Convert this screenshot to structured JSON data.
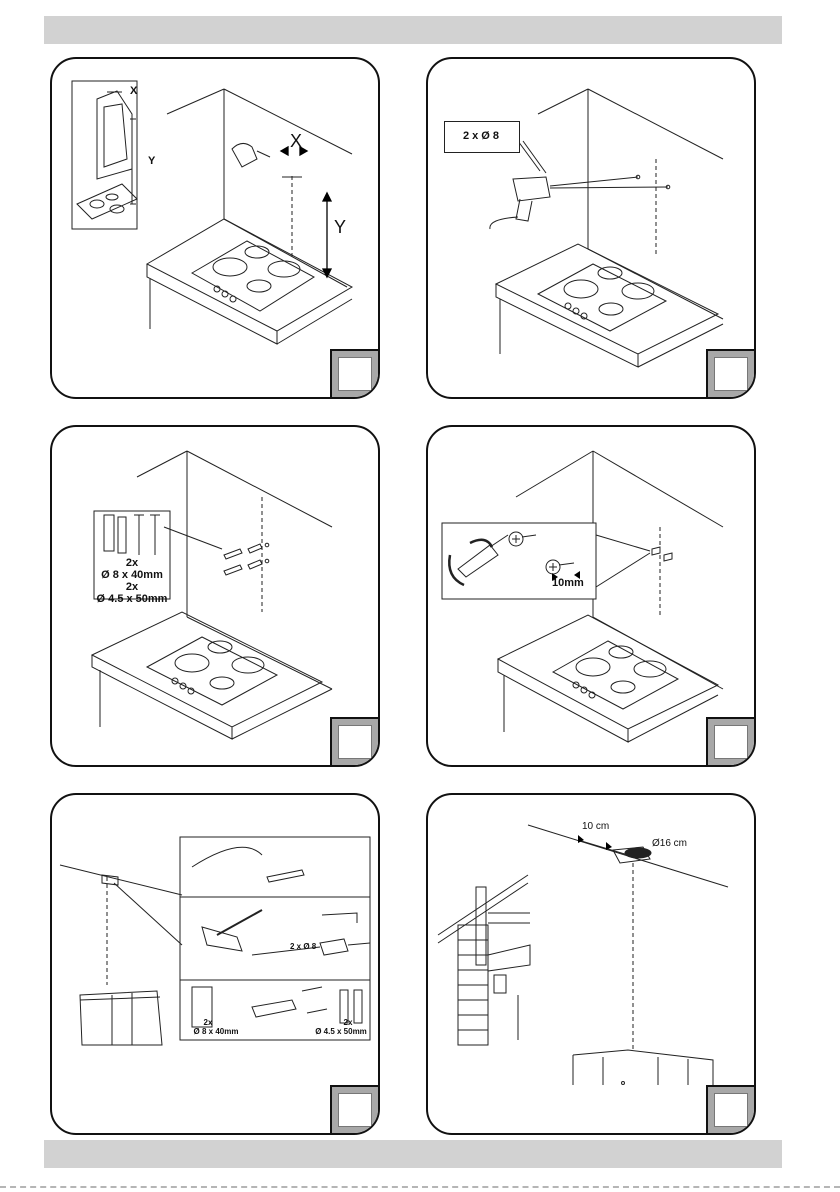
{
  "panels": {
    "p1": {
      "dim_x": "X",
      "dim_y": "Y",
      "inset_dim_x": "X",
      "inset_dim_y": "Y"
    },
    "p2": {
      "drill_label": "2 x Ø 8"
    },
    "p3": {
      "plug_qty": "2x",
      "plug_size": "Ø 8 x 40mm",
      "screw_qty": "2x",
      "screw_size": "Ø 4.5 x 50mm"
    },
    "p4": {
      "gap_label": "10mm"
    },
    "p5": {
      "drill_label": "2 x Ø 8",
      "plug_qty": "2x",
      "plug_size": "Ø 8 x 40mm",
      "screw_qty": "2x",
      "screw_size": "Ø 4.5 x 50mm"
    },
    "p6": {
      "offset_label": "10 cm",
      "duct_label": "Ø16 cm"
    }
  }
}
